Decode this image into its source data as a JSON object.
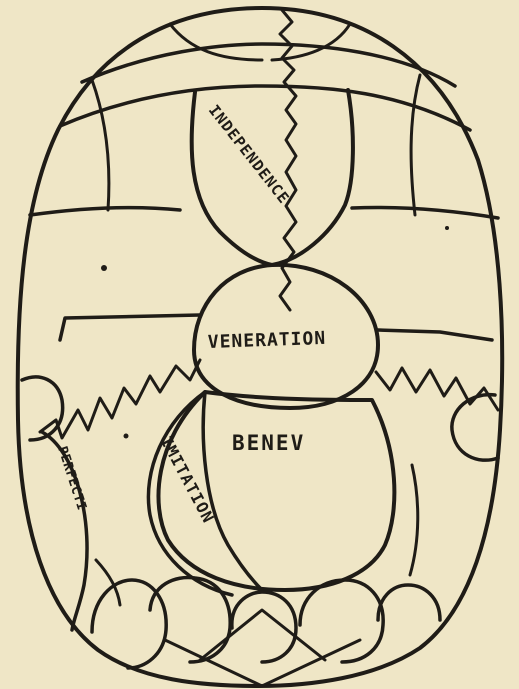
{
  "colors": {
    "paper": "#efe6c6",
    "ink": "#1f1c17"
  },
  "regions": {
    "independence": "INDEPENDENCE",
    "veneration": "VENERATION",
    "benevolence": "BENEV",
    "imitation": "IMITATION",
    "perfection": "PERFECTI"
  }
}
